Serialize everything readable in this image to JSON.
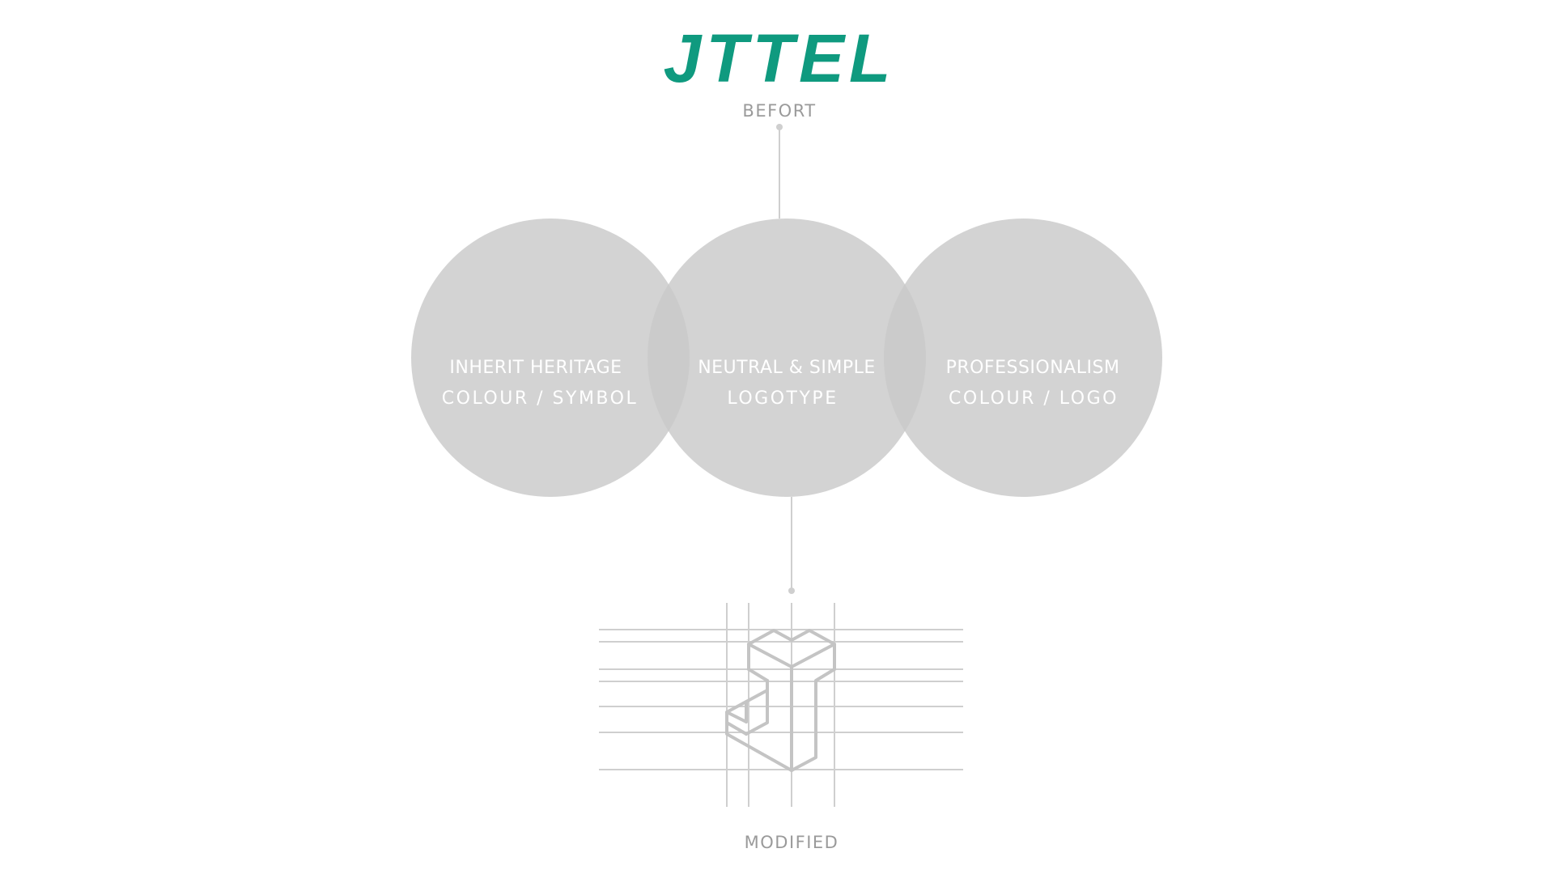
{
  "brand": {
    "name": "JTTEL",
    "color": "#0f9a7f"
  },
  "labels": {
    "before": "BEFORT",
    "after": "MODIFIED"
  },
  "circles": [
    {
      "title": "INHERIT HERITAGE",
      "subtitle": "COLOUR / SYMBOL"
    },
    {
      "title": "NEUTRAL & SIMPLE",
      "subtitle": "LOGOTYPE"
    },
    {
      "title": "PROFESSIONALISM",
      "subtitle": "COLOUR / LOGO"
    }
  ],
  "colors": {
    "circle_fill": "#c9c9c9",
    "circle_text": "#ffffff",
    "caption": "#9a9a9a",
    "connector": "#cfcfcf",
    "grid_lines": "#cfcfcf",
    "logo_outline": "#c4c4c4"
  },
  "icons": {
    "modified_logo": "isometric-j-monogram-icon"
  }
}
